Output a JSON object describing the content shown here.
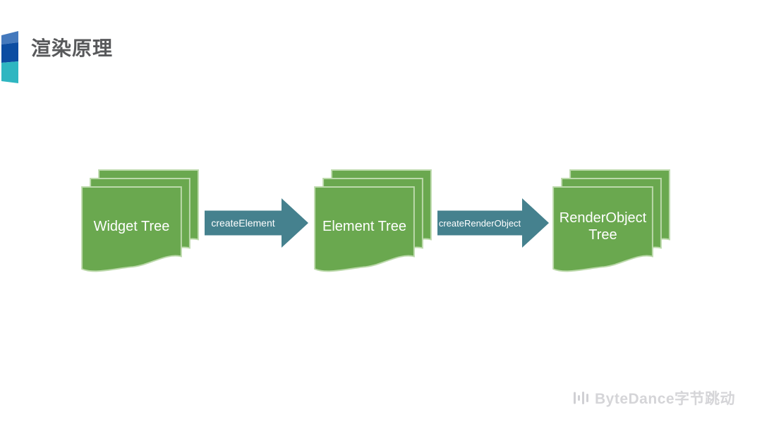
{
  "slide": {
    "title": "渲染原理",
    "title_color": "#58595b",
    "background_color": "#ffffff"
  },
  "corner_logo": {
    "icon": "cube-logo-icon",
    "colors": {
      "top": "#4479bd",
      "middle": "#0c4da2",
      "bottom": "#2fb6c1"
    }
  },
  "diagram": {
    "node_color": "#6aa84f",
    "node_border_color": "#bcd9ab",
    "node_text_color": "#ffffff",
    "arrow_color": "#45818e",
    "arrow_text_color": "#ffffff",
    "nodes": [
      {
        "label": "Widget Tree"
      },
      {
        "label": "Element Tree"
      },
      {
        "label": "RenderObject Tree"
      }
    ],
    "arrows": [
      {
        "label": "createElement"
      },
      {
        "label": "createRenderObject"
      }
    ]
  },
  "footer": {
    "brand": "ByteDance字节跳动",
    "icon": "bytedance-bars-icon",
    "color": "#d5d5d8"
  }
}
